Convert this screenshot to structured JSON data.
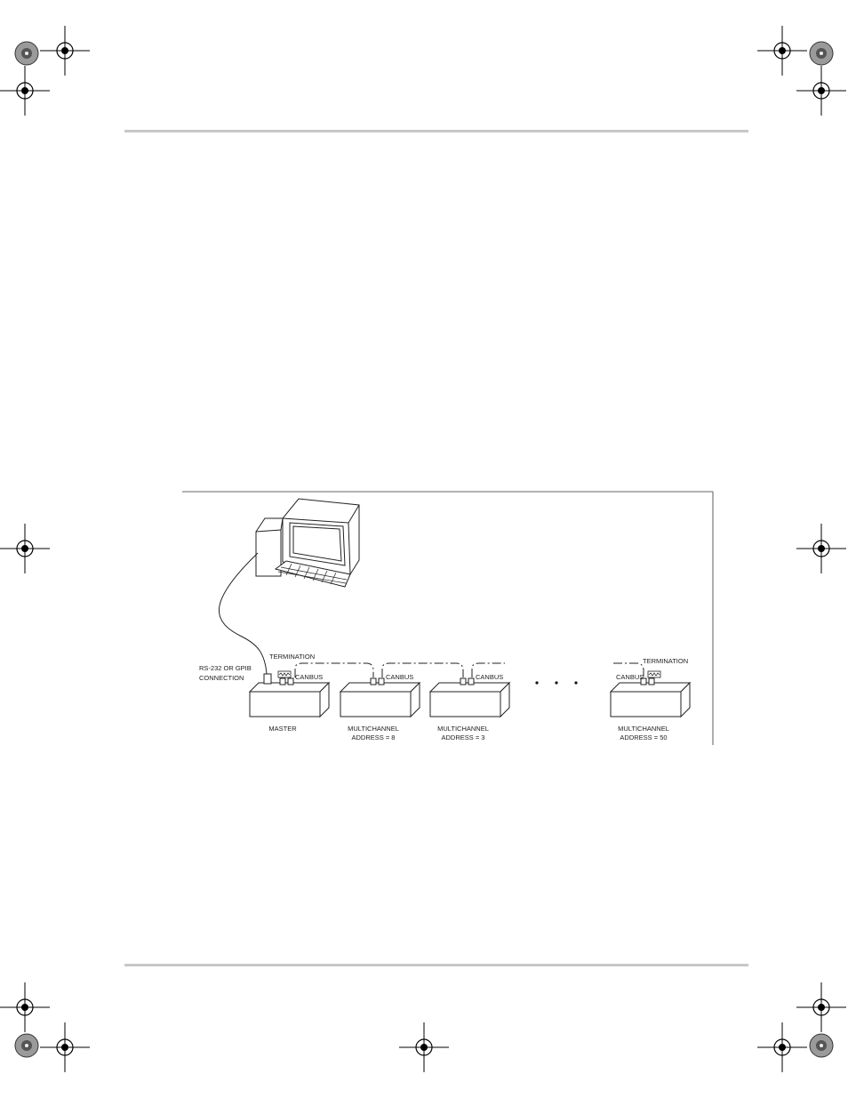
{
  "diagram": {
    "connection_label": [
      "RS-232 OR GPIB",
      "CONNECTION"
    ],
    "termination_left": "TERMINATION",
    "termination_right": "TERMINATION",
    "canbus_label": "CANBUS",
    "ellipsis": ". . .",
    "units": [
      {
        "lines": [
          "MASTER"
        ]
      },
      {
        "lines": [
          "MULTICHANNEL",
          "ADDRESS = 8"
        ]
      },
      {
        "lines": [
          "MULTICHANNEL",
          "ADDRESS = 3"
        ]
      },
      {
        "lines": [
          "MULTICHANNEL",
          "ADDRESS = 50"
        ]
      }
    ]
  }
}
